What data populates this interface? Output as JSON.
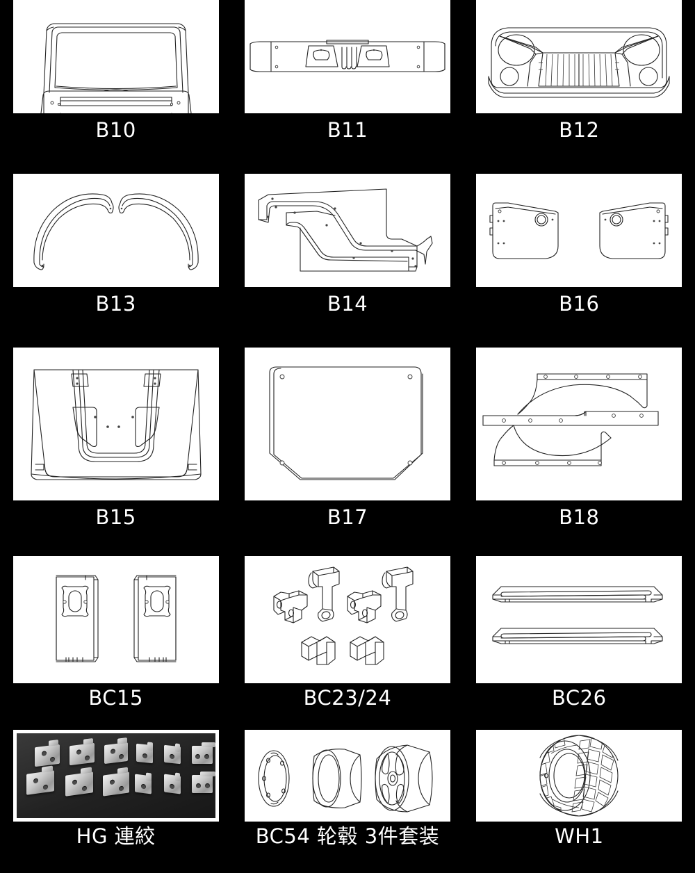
{
  "page": {
    "background_color": "#000000",
    "caption_color": "#ffffff",
    "panel_color": "#ffffff",
    "line_color": "#222222",
    "columns": 3,
    "rows": 5
  },
  "items": [
    {
      "id": "B10",
      "label": "B10",
      "row": 1,
      "column": 1,
      "kind": "line-drawing",
      "subject": "windshield-frame"
    },
    {
      "id": "B11",
      "label": "B11",
      "row": 1,
      "column": 2,
      "kind": "line-drawing",
      "subject": "front-bumper"
    },
    {
      "id": "B12",
      "label": "B12",
      "row": 1,
      "column": 3,
      "kind": "line-drawing",
      "subject": "front-grille"
    },
    {
      "id": "B13",
      "label": "B13",
      "row": 2,
      "column": 1,
      "kind": "line-drawing",
      "subject": "fender-flare-pair"
    },
    {
      "id": "B14",
      "label": "B14",
      "row": 2,
      "column": 2,
      "kind": "line-drawing",
      "subject": "body-side-panel"
    },
    {
      "id": "B16",
      "label": "B16",
      "row": 2,
      "column": 3,
      "kind": "line-drawing",
      "subject": "door-panel-pair"
    },
    {
      "id": "B15",
      "label": "B15",
      "row": 3,
      "column": 1,
      "kind": "line-drawing",
      "subject": "hood"
    },
    {
      "id": "B17",
      "label": "B17",
      "row": 3,
      "column": 2,
      "kind": "line-drawing",
      "subject": "roof-panel"
    },
    {
      "id": "B18",
      "label": "B18",
      "row": 3,
      "column": 3,
      "kind": "line-drawing",
      "subject": "inner-fender-rails"
    },
    {
      "id": "BC15",
      "label": "BC15",
      "row": 4,
      "column": 1,
      "kind": "line-drawing",
      "subject": "bracket-pair"
    },
    {
      "id": "BC23/24",
      "label": "BC23/24",
      "row": 4,
      "column": 2,
      "kind": "line-drawing",
      "subject": "suspension-knuckle-set"
    },
    {
      "id": "BC26",
      "label": "BC26",
      "row": 4,
      "column": 3,
      "kind": "line-drawing",
      "subject": "side-step-pair"
    },
    {
      "id": "HG",
      "label": "HG 連絞",
      "row": 5,
      "column": 1,
      "kind": "photo",
      "subject": "metal-hinge-set"
    },
    {
      "id": "BC54",
      "label": "BC54 轮毂 3件套装",
      "row": 5,
      "column": 2,
      "kind": "line-drawing",
      "subject": "wheel-hub-three-piece-set"
    },
    {
      "id": "WH1",
      "label": "WH1",
      "row": 5,
      "column": 3,
      "kind": "line-drawing",
      "subject": "off-road-tire"
    }
  ]
}
